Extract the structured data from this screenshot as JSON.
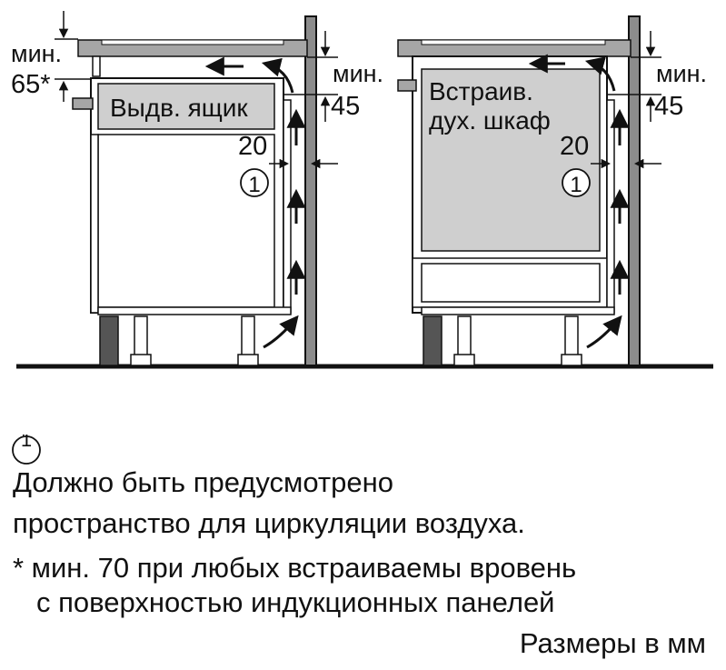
{
  "left_unit": {
    "min_label": "мин.",
    "top_gap_value": "65*",
    "drawer_label": "Выдв. ящик",
    "side_min_label": "мин.",
    "side_gap_value": "45",
    "back_gap_value": "20",
    "callout": "1"
  },
  "right_unit": {
    "oven_line1": "Встраив.",
    "oven_line2": "дух. шкаф",
    "side_min_label": "мин.",
    "side_gap_value": "45",
    "back_gap_value": "20",
    "callout": "1"
  },
  "legend": {
    "callout": "1",
    "line1": "Должно быть предусмотрено",
    "line2": "пространство для циркуляции воздуха.",
    "line3": "* мин. 70 при любых встраиваемы вровень",
    "line4": "с поверхностью индукционных панелей"
  },
  "units_note": "Размеры в мм",
  "colors": {
    "line": "#111111",
    "wall": "#8c8c8c",
    "cooktop": "#a6a6a6",
    "drawer_fill": "#cfcfcf",
    "plinth": "#555555"
  }
}
